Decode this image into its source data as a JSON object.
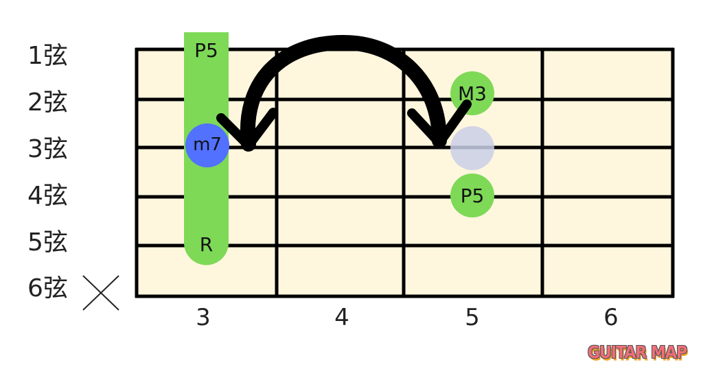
{
  "diagram": {
    "title": "",
    "colors": {
      "fretboard": "#fff6de",
      "lines": "#000000",
      "green": "#7ed957",
      "blue": "#5271ff",
      "ghost": "#cfd4ea"
    },
    "strings": [
      {
        "label": "1弦"
      },
      {
        "label": "2弦"
      },
      {
        "label": "3弦"
      },
      {
        "label": "4弦"
      },
      {
        "label": "5弦"
      },
      {
        "label": "6弦",
        "muted": true,
        "mute_symbol": "×"
      }
    ],
    "frets": [
      {
        "label": "3"
      },
      {
        "label": "4"
      },
      {
        "label": "5"
      },
      {
        "label": "6"
      }
    ],
    "notes": [
      {
        "label": "P5",
        "string": 1,
        "fret": 3,
        "style": "barre-green"
      },
      {
        "label": "m7",
        "string": 3,
        "fret": 3,
        "style": "blue-circle"
      },
      {
        "label": "R",
        "string": 5,
        "fret": 3,
        "style": "barre-green"
      },
      {
        "label": "M3",
        "string": 2,
        "fret": 5,
        "style": "green-circle"
      },
      {
        "label": "",
        "string": 3,
        "fret": 5,
        "style": "ghost-circle"
      },
      {
        "label": "P5",
        "string": 4,
        "fret": 5,
        "style": "green-circle"
      }
    ],
    "arrow": {
      "from": "string 3 fret 5",
      "to": "string 3 fret 3",
      "description": "curved double-headed arrow"
    },
    "logo": "GUITAR MAP"
  }
}
